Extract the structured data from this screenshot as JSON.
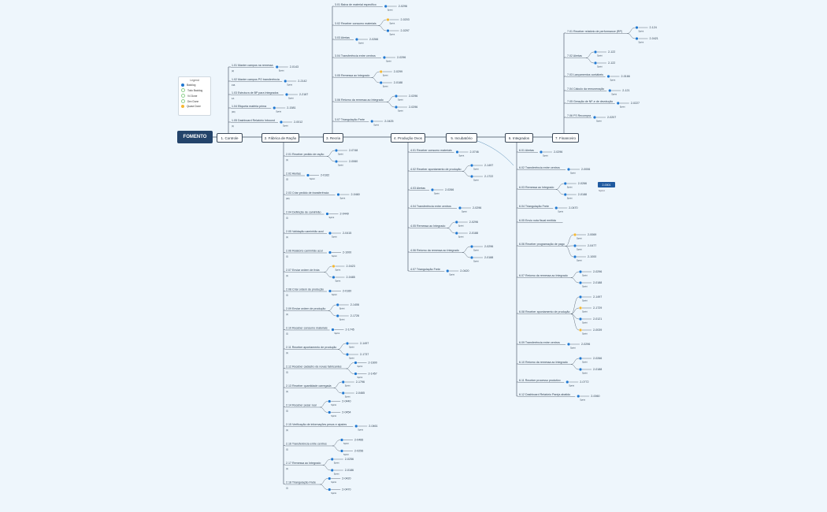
{
  "root": "FOMENTO",
  "legend": {
    "title": "Legend",
    "items": [
      {
        "label": "Backlog",
        "color": "#1f77d0"
      },
      {
        "label": "Todo Backlog",
        "color": "#8fd18f"
      },
      {
        "label": "V4 Done",
        "color": "#8fd18f"
      },
      {
        "label": "Dev Done",
        "color": "#8fd18f"
      },
      {
        "label": "Quase Done",
        "color": "#f5b731"
      }
    ]
  },
  "topics": [
    {
      "label": "1. Controle"
    },
    {
      "label": "2. Fábrica de Ração"
    },
    {
      "label": "3. Recria"
    },
    {
      "label": "4. Produção Ovos"
    },
    {
      "label": "5. Incubatório"
    },
    {
      "label": "6. Integrados"
    },
    {
      "label": "7. Financeiro"
    }
  ],
  "float_tag": {
    "label": "2-0001",
    "sub": "Sprint"
  },
  "branches": {
    "controle": [
      {
        "label": "1.01 Manter campos na remessa",
        "id": "2-0143",
        "sub": "(2)"
      },
      {
        "label": "1.02 Manter campos PO transferência",
        "id": "2-2142",
        "sub": "196"
      },
      {
        "label": "1.03 Estrutura de BP para Integrados",
        "id": "2-2187",
        "sub": "1/1"
      },
      {
        "label": "1.04 Etiqueta matéria prima",
        "id": "2-1581",
        "sub": "(30)"
      },
      {
        "label": "1.05 Dashboard Relatório Inbound",
        "id": "2-0012",
        "sub": "(1)"
      }
    ],
    "fabrica": [
      {
        "label": "2.01 Receber pedido de ração",
        "ids": [
          "2-0748",
          "2-0060"
        ],
        "sub": "(1)"
      },
      {
        "label": "2.02 Alertas",
        "ids": [
          "2-0162"
        ],
        "sub": "(2)"
      },
      {
        "label": "2.03 Criar pedido de transferência",
        "ids": [
          "2-0460"
        ],
        "sub": "(20)"
      },
      {
        "label": "2.04 Definição de caminhão",
        "ids": [
          "2-0449"
        ],
        "sub": "(1)"
      },
      {
        "label": "2.05 Validação caminhão azul",
        "ids": [
          "2-0415"
        ],
        "sub": "(1)"
      },
      {
        "label": "2.06 Relatório caminhão azul",
        "ids": [
          "2-1000"
        ],
        "sub": "(1)"
      },
      {
        "label": "2.07 Enviar ordem de frota",
        "ids": [
          "2-0423",
          "2-0485"
        ],
        "sub": "(1)"
      },
      {
        "label": "2.08 Criar ordem de produção",
        "ids": [
          "2-0160"
        ],
        "sub": "(1)"
      },
      {
        "label": "2.09 Enviar ordem de produção",
        "ids": [
          "2-1406",
          "2-1726"
        ],
        "sub": "(1)"
      },
      {
        "label": "2.10 Receber consumo materiais",
        "ids": [
          "2-1745"
        ],
        "sub": "(1)"
      },
      {
        "label": "2.11 Receber apontamento de produção",
        "ids": [
          "2-1497",
          "2-1737"
        ],
        "sub": "(1)"
      },
      {
        "label": "2.12 Receber cadastro de novas fabricantes",
        "ids": [
          "2-1600",
          "2-1457"
        ],
        "sub": "(1)"
      },
      {
        "label": "2.13 Receber quantidade carregada",
        "ids": [
          "2-1796",
          "2-0465"
        ],
        "sub": "(1)"
      },
      {
        "label": "2.14 Receber pesar real",
        "ids": [
          "2-0440",
          "2-0454"
        ],
        "sub": "(1)"
      },
      {
        "label": "2.15 Verificação de informações pesos e ajustes",
        "ids": [
          "2-0461"
        ],
        "sub": "(1)"
      },
      {
        "label": "2.16 Transferência entre centros",
        "ids": [
          "2-0466",
          "2-0256"
        ],
        "sub": "(1)"
      },
      {
        "label": "2.17 Remessa ao Integrado",
        "ids": [
          "2-0256",
          "2-0186"
        ],
        "sub": "(1)"
      },
      {
        "label": "2.18 Triangulação Frete",
        "ids": [
          "2-0420",
          "2-0470"
        ],
        "sub": "(1)"
      }
    ],
    "recria": [
      {
        "label": "3.01 Baixa de material especifico",
        "ids": [
          "2-0296"
        ]
      },
      {
        "label": "3.02 Receber consumo materiais",
        "ids": [
          "2-0203",
          "2-0297"
        ]
      },
      {
        "label": "3.03 Alertas",
        "ids": [
          "2-0266"
        ]
      },
      {
        "label": "3.04 Transferência entre centros",
        "ids": [
          "2-0296"
        ]
      },
      {
        "label": "3.05 Remessa ao Integrado",
        "ids": [
          "2-0299",
          "2-0188"
        ]
      },
      {
        "label": "3.06 Retorno da remessa ao Integrado",
        "ids": [
          "2-0296",
          "2-0296"
        ]
      },
      {
        "label": "3.07 Triangulação Frete",
        "ids": [
          "2-0425"
        ]
      }
    ],
    "producao": [
      {
        "label": "4.01 Receber consumo materiais",
        "ids": [
          "2-0746"
        ]
      },
      {
        "label": "4.02 Receber apontamento de produção",
        "ids": [
          "2-1497",
          "2-1722"
        ]
      },
      {
        "label": "4.03 Alertas",
        "ids": [
          "2-0266"
        ]
      },
      {
        "label": "4.04 Transferência entre centros",
        "ids": [
          "2-0296"
        ]
      },
      {
        "label": "4.05 Remessa ao Integrado",
        "ids": [
          "2-0296",
          "2-0188"
        ]
      },
      {
        "label": "4.06 Retorno da remessa ao Integrado",
        "ids": [
          "2-0296",
          "2-0188"
        ]
      },
      {
        "label": "4.07 Triangulação Frete",
        "ids": [
          "2-0420"
        ]
      }
    ],
    "integrados": [
      {
        "label": "6.01 Alertas",
        "ids": [
          "2-0296"
        ]
      },
      {
        "label": "6.02 Transferência entre centros",
        "ids": [
          "2-0006"
        ]
      },
      {
        "label": "6.03 Remessa ao Integrado",
        "ids": [
          "2-0266",
          "2-0188"
        ]
      },
      {
        "label": "6.04 Triangulação Frete",
        "ids": [
          "2-0470"
        ]
      },
      {
        "label": "6.05 Envio nota fiscal emitida",
        "ids": []
      },
      {
        "label": "6.06 Receber programação de pago",
        "ids": [
          "2-0069",
          "2-0477",
          "2-1000"
        ]
      },
      {
        "label": "6.07 Retorno da remessa ao Integrado",
        "ids": [
          "2-0296",
          "2-0188"
        ]
      },
      {
        "label": "6.08 Receber apontamento de produção",
        "ids": [
          "2-1497",
          "2-1729",
          "2-0121",
          "2-0039"
        ]
      },
      {
        "label": "6.09 Transferência entre centros",
        "ids": [
          "2-0296"
        ]
      },
      {
        "label": "6.10 Retorno da remessa ao Integrado",
        "ids": [
          "2-0266",
          "2-0188"
        ]
      },
      {
        "label": "6.11 Receber processo produtivo",
        "ids": [
          "2-0772"
        ]
      },
      {
        "label": "6.12 Dashboard Relatório Pareja abatido",
        "ids": [
          "2-0060"
        ]
      }
    ],
    "financeiro": [
      {
        "label": "7.01 Receber relatório de performance (RP)",
        "ids": [
          "2-124",
          "2-0421"
        ]
      },
      {
        "label": "7.02 Alertas",
        "ids": [
          "2-122",
          "2-122"
        ]
      },
      {
        "label": "7.03 Lançamentos contábeis",
        "ids": [
          "2-0166"
        ]
      },
      {
        "label": "7.04 Cálculo da remuneração",
        "ids": [
          "2-121"
        ]
      },
      {
        "label": "7.05 Geração de NF-e de devolução",
        "ids": [
          "2-0227"
        ]
      },
      {
        "label": "7.06 FS Recompra",
        "ids": [
          "2-0207"
        ]
      }
    ]
  }
}
